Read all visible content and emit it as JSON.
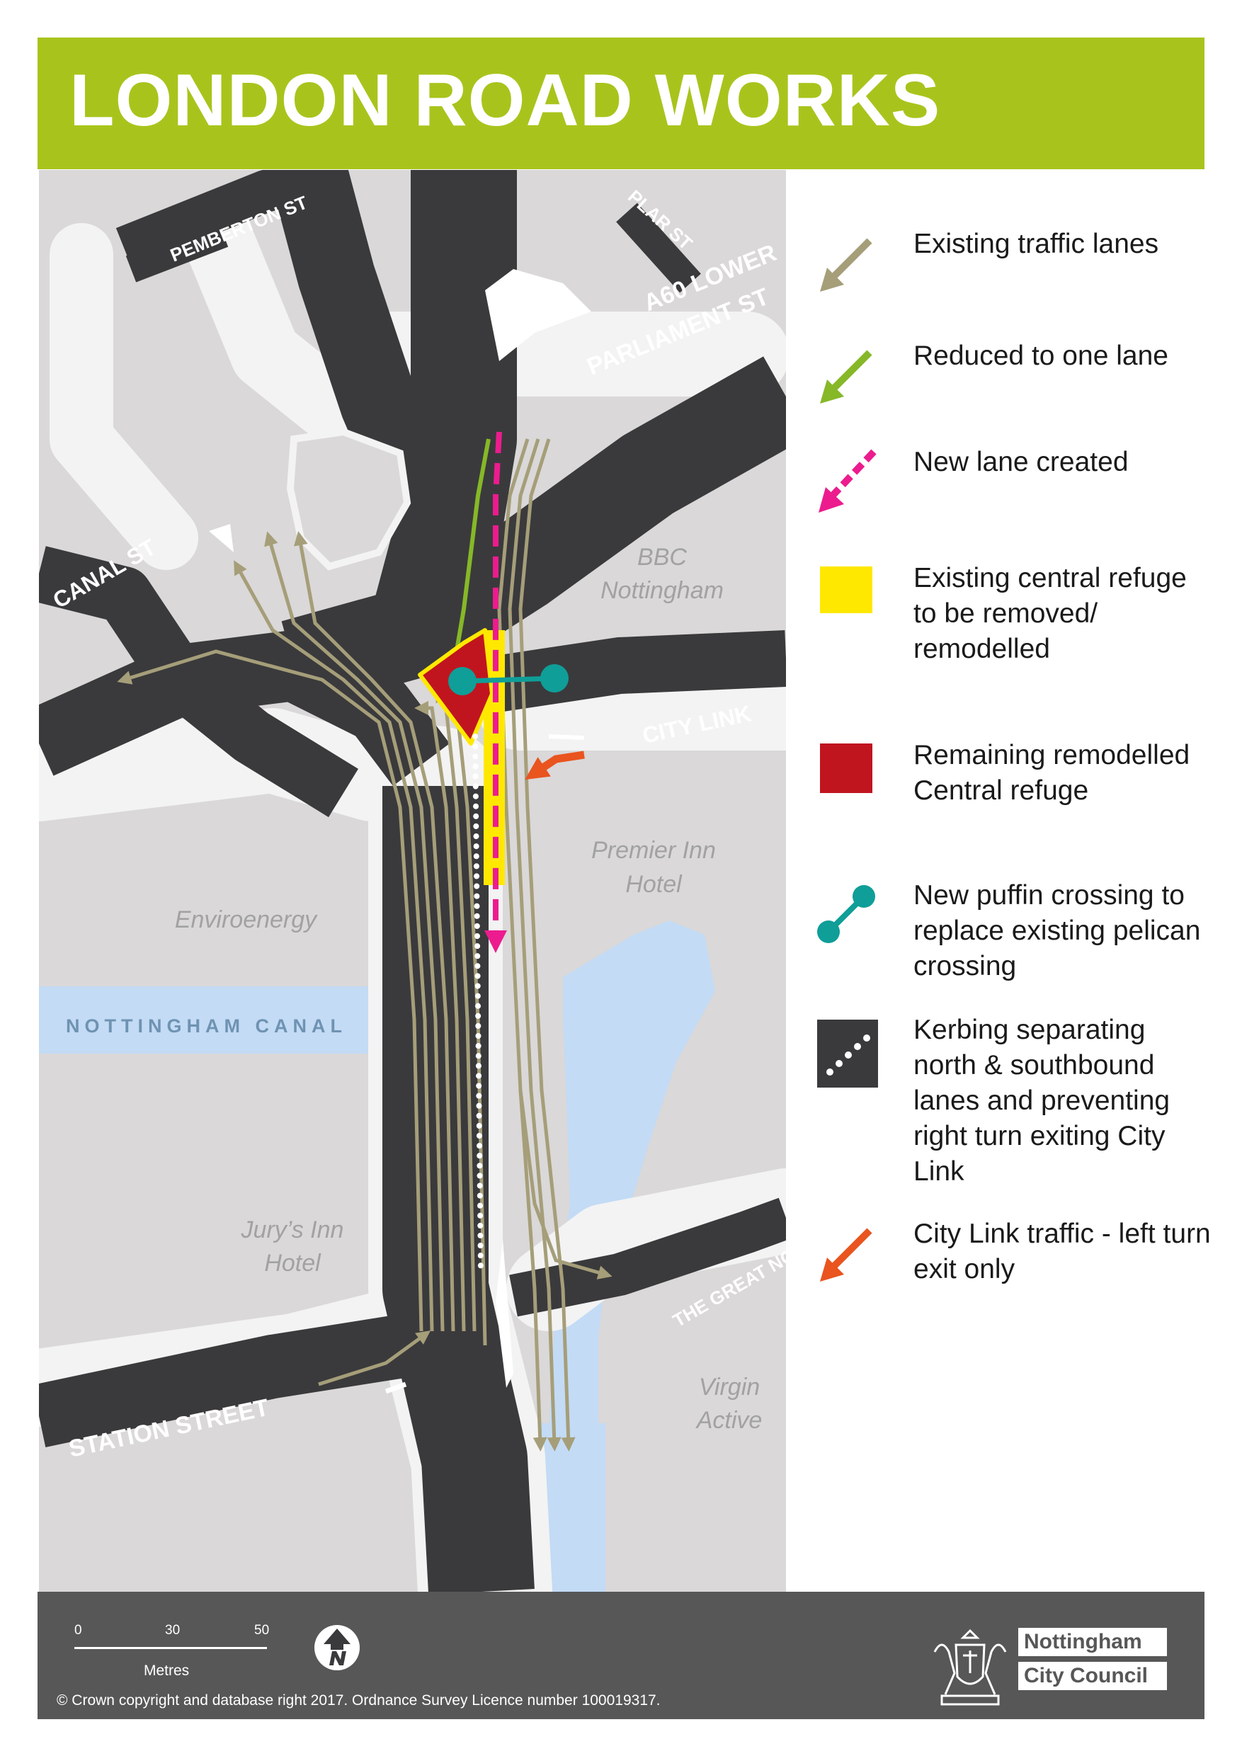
{
  "title": "LONDON ROAD WORKS",
  "map": {
    "street_labels": {
      "pemberton": "PEMBERTON ST",
      "poplar": "PLAR ST",
      "a60_line1": "A60  LOWER",
      "a60_line2": "PARLIAMENT ST",
      "canal_st": "CANAL ST",
      "city_link": "CITY LINK",
      "great_north": "THE GREAT NORT",
      "station_street": "STATION STREET"
    },
    "place_labels": {
      "bbc_line1": "BBC",
      "bbc_line2": "Nottingham",
      "premier_line1": "Premier Inn",
      "premier_line2": "Hotel",
      "enviroenergy": "Enviroenergy",
      "jurys_line1": "Jury’s Inn",
      "jurys_line2": "Hotel",
      "virgin_line1": "Virgin",
      "virgin_line2": "Active"
    },
    "water_labels": {
      "canal": "NOTTINGHAM CANAL"
    },
    "colors": {
      "background": "#dad8d8",
      "road": "#3a3a3c",
      "verge": "#f3f3f3",
      "water": "#c3dbf5",
      "existing_lanes": "#a59e79",
      "reduced_lane": "#86b828",
      "new_lane": "#ec1c8e",
      "central_refuge_existing": "#ffe800",
      "central_refuge_remaining": "#c0151f",
      "puffin_crossing": "#0f9e98",
      "kerbing": "#ffffff",
      "city_link_exit": "#e9541f"
    }
  },
  "legend": {
    "items": [
      {
        "icon": "olive-arrow-icon",
        "label": "Existing traffic lanes"
      },
      {
        "icon": "green-arrow-icon",
        "label": "Reduced to one lane"
      },
      {
        "icon": "pink-dashed-arrow-icon",
        "label": "New lane created"
      },
      {
        "icon": "yellow-square-icon",
        "label": "Existing central refuge to be removed/ remodelled"
      },
      {
        "icon": "red-square-icon",
        "label": "Remaining remodelled Central refuge"
      },
      {
        "icon": "teal-crossing-icon",
        "label": "New puffin crossing to replace existing pelican crossing"
      },
      {
        "icon": "dotted-kerb-icon",
        "label": "Kerbing separating north & southbound lanes and preventing right turn exiting City Link"
      },
      {
        "icon": "orange-arrow-icon",
        "label": "City Link traffic - left turn exit only"
      }
    ]
  },
  "footer": {
    "scale": {
      "ticks": [
        "0",
        "30",
        "50"
      ],
      "units": "Metres"
    },
    "north_arrow_icon": "north-arrow-icon",
    "copyright": "© Crown copyright and database right 2017. Ordnance Survey Licence number 100019317.",
    "logo": {
      "line1": "Nottingham",
      "line2": "City Council",
      "icon": "crest-icon"
    }
  }
}
